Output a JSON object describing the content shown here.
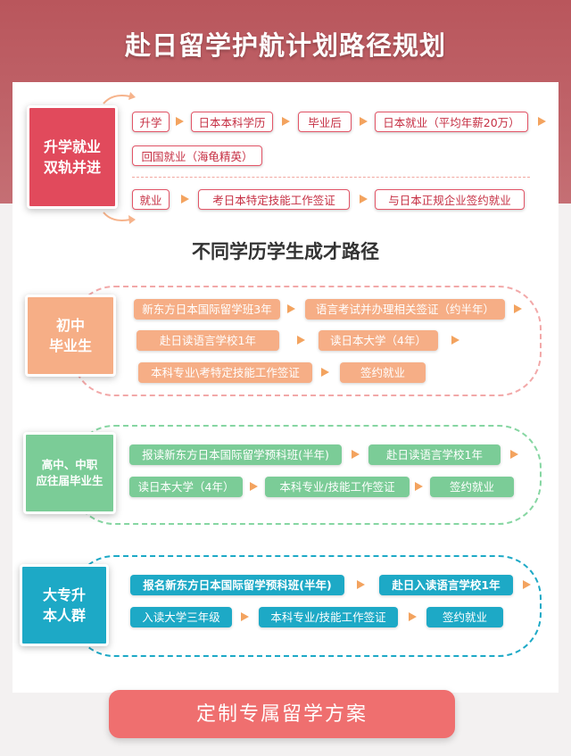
{
  "header": {
    "title": "赴日留学护航计划路径规划"
  },
  "dual_track": {
    "label": "升学就业\n双轨并进",
    "study_chips": [
      "升学",
      "日本本科学历",
      "毕业后",
      "日本就业（平均年薪20万）",
      "回国就业（海龟精英）"
    ],
    "work_chips": [
      "就业",
      "考日本特定技能工作签证",
      "与日本正规企业签约就业"
    ]
  },
  "section": {
    "title": "不同学历学生成才路径"
  },
  "paths": [
    {
      "label": "初中\n毕业生",
      "color": "#f6ae86",
      "chips": [
        "新东方日本国际留学班3年",
        "语言考试并办理相关签证（约半年）",
        "赴日读语言学校1年",
        "读日本大学（4年）",
        "本科专业\\考特定技能工作签证",
        "签约就业"
      ]
    },
    {
      "label": "高中、中职\n应往届毕业生",
      "color": "#7bcc97",
      "chips": [
        "报读新东方日本国际留学预科班(半年)",
        "赴日读语言学校1年",
        "读日本大学（4年）",
        "本科专业/技能工作签证",
        "签约就业"
      ]
    },
    {
      "label": "大专升\n本人群",
      "color": "#1da9c6",
      "chips": [
        "报名新东方日本国际留学预科班(半年)",
        "赴日入读语言学校1年",
        "入读大学三年级",
        "本科专业/技能工作签证",
        "签约就业"
      ]
    }
  ],
  "cta": {
    "label": "定制专属留学方案"
  },
  "colors": {
    "hero": "#b9565c",
    "accent_red": "#e14a5c",
    "arrow": "#f3a35f",
    "cta": "#ef6f6f"
  }
}
